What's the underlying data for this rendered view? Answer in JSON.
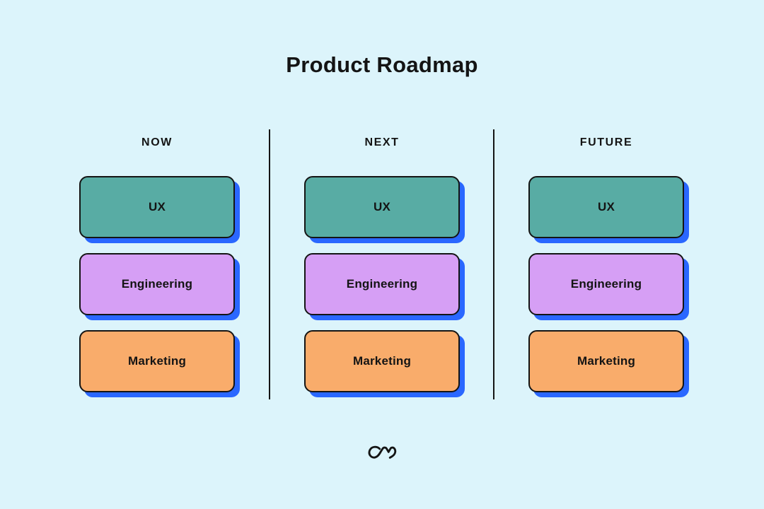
{
  "title": "Product Roadmap",
  "columns": [
    {
      "label": "NOW",
      "cards": [
        {
          "label": "UX",
          "type": "ux"
        },
        {
          "label": "Engineering",
          "type": "engineering"
        },
        {
          "label": "Marketing",
          "type": "marketing"
        }
      ]
    },
    {
      "label": "NEXT",
      "cards": [
        {
          "label": "UX",
          "type": "ux"
        },
        {
          "label": "Engineering",
          "type": "engineering"
        },
        {
          "label": "Marketing",
          "type": "marketing"
        }
      ]
    },
    {
      "label": "FUTURE",
      "cards": [
        {
          "label": "UX",
          "type": "ux"
        },
        {
          "label": "Engineering",
          "type": "engineering"
        },
        {
          "label": "Marketing",
          "type": "marketing"
        }
      ]
    }
  ],
  "icons": {
    "logo": "loop-scribble-brand-mark"
  },
  "colors": {
    "background": "#DCF4FB",
    "ux_card": "#58ACA4",
    "engineering_card": "#D69FF5",
    "marketing_card": "#F9AC6B",
    "card_shadow": "#2A67FF",
    "card_border": "#141414",
    "text": "#141414"
  }
}
